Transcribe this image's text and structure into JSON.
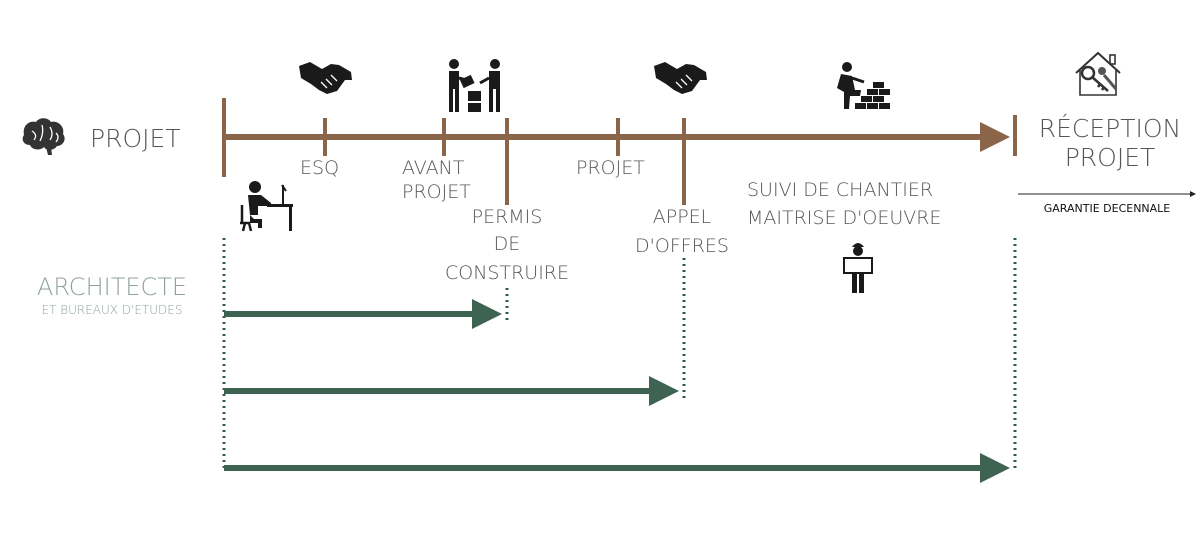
{
  "colors": {
    "timeline": "#8a6549",
    "architect": "#3e6352",
    "dots": "#2f5b45",
    "icon": "#1a1a1a",
    "text": "#555555",
    "architect_text": "#8fa396"
  },
  "left": {
    "title": "PROJET",
    "icon": "brain-icon"
  },
  "phases": {
    "esq": "ESQ",
    "avant_1": "AVANT",
    "avant_2": "PROJET",
    "permis_1": "PERMIS",
    "permis_2": "DE",
    "permis_3": "CONSTRUIRE",
    "projet": "PROJET",
    "appel_1": "APPEL",
    "appel_2": "D'OFFRES",
    "suivi_1": "SUIVI DE CHANTIER",
    "suivi_2": "MAITRISE D'OEUVRE"
  },
  "reception": {
    "line1": "RÉCEPTION",
    "line2": "PROJET",
    "guarantee": "GARANTIE DECENNALE"
  },
  "architect": {
    "line1": "ARCHITECTE",
    "line2": "ET BUREAUX D'ETUDES"
  },
  "icons": [
    "handshake-icon",
    "meeting-icon",
    "handshake-icon",
    "mason-icon",
    "house-keys-icon",
    "designer-desk-icon",
    "engineer-plan-icon"
  ]
}
